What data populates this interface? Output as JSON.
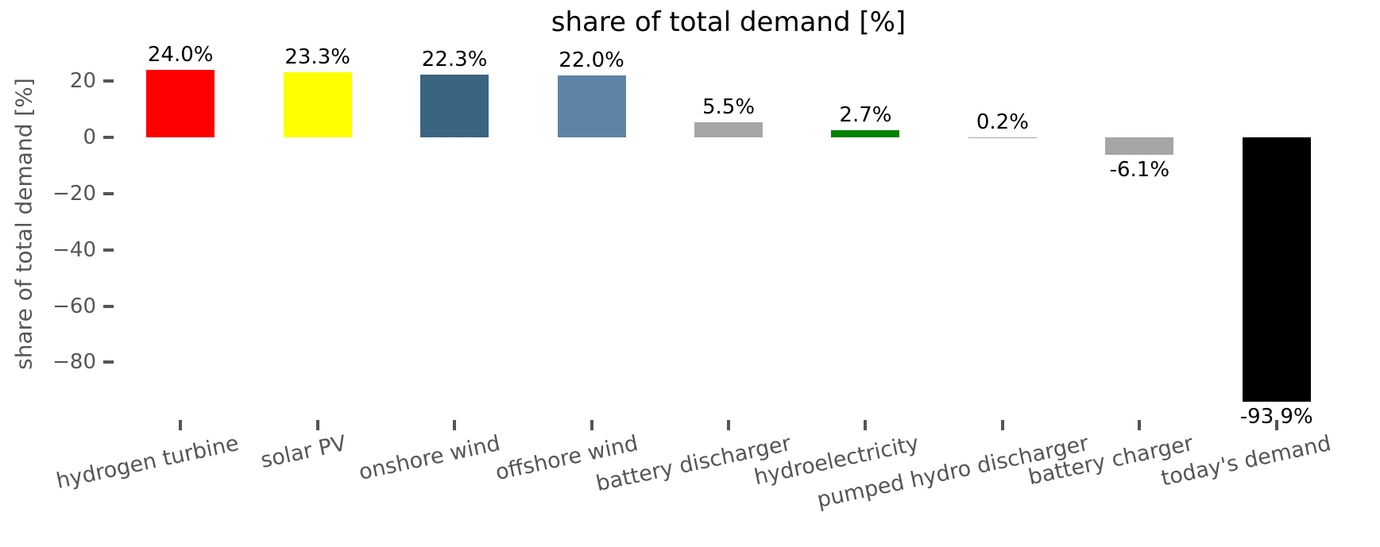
{
  "figure": {
    "background": "#ffffff"
  },
  "chart_data": {
    "type": "bar",
    "title": "share of total demand [%]",
    "xlabel": "",
    "ylabel": "share of total demand [%]",
    "categories": [
      "hydrogen turbine",
      "solar PV",
      "onshore wind",
      "offshore wind",
      "battery discharger",
      "hydroelectricity",
      "pumped hydro discharger",
      "battery charger",
      "today's demand"
    ],
    "values": [
      24.0,
      23.3,
      22.3,
      22.0,
      5.5,
      2.7,
      0.2,
      -6.1,
      -93.9
    ],
    "value_labels": [
      "24.0%",
      "23.3%",
      "22.3%",
      "22.0%",
      "5.5%",
      "2.7%",
      "0.2%",
      "-6.1%",
      "-93.9%"
    ],
    "bar_colors": [
      "#ff0000",
      "#ffff00",
      "#3b6480",
      "#5e84a8",
      "#a6a6a6",
      "#008000",
      "#a6a6a6",
      "#a6a6a6",
      "#000000"
    ],
    "yticks": [
      20,
      0,
      -20,
      -40,
      -60,
      -80
    ],
    "ytick_labels": [
      "20",
      "0",
      "−20",
      "−40",
      "−60",
      "−80"
    ],
    "ylim": [
      -100.5,
      32
    ],
    "grid": false,
    "legend": null,
    "xtick_rotation_deg": 12,
    "axis_text_color": "#555555",
    "value_label_color": "#000000"
  }
}
